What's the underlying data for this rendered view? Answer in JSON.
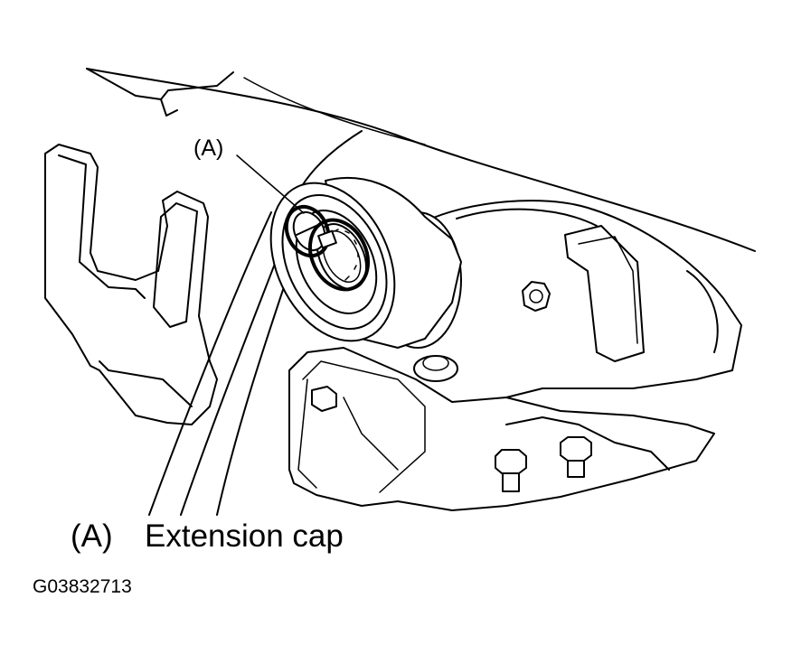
{
  "figure": {
    "callout_label": "(A)",
    "legend": {
      "key": "(A)",
      "text": "Extension cap"
    },
    "figure_id": "G03832713"
  }
}
